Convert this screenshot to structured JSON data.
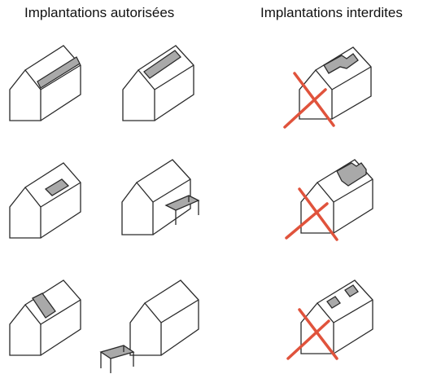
{
  "headings": {
    "allowed": "Implantations autorisées",
    "forbidden": "Implantations interdites"
  },
  "colors": {
    "outline": "#2a2a2a",
    "panel_fill": "#a9a9a9",
    "cross": "#e0533c"
  },
  "allowed_examples": [
    {
      "variant": "panel-strip-along-ridge"
    },
    {
      "variant": "panel-strip-along-ridge-upper"
    },
    {
      "variant": "panel-on-roof-slope"
    },
    {
      "variant": "panel-on-canopy-attached"
    },
    {
      "variant": "panel-covering-roof-band"
    },
    {
      "variant": "panel-on-detached-shelter"
    }
  ],
  "forbidden_examples": [
    {
      "variant": "oversized-irregular-panel"
    },
    {
      "variant": "panel-overhanging-ridge"
    },
    {
      "variant": "scattered-small-panels"
    }
  ]
}
